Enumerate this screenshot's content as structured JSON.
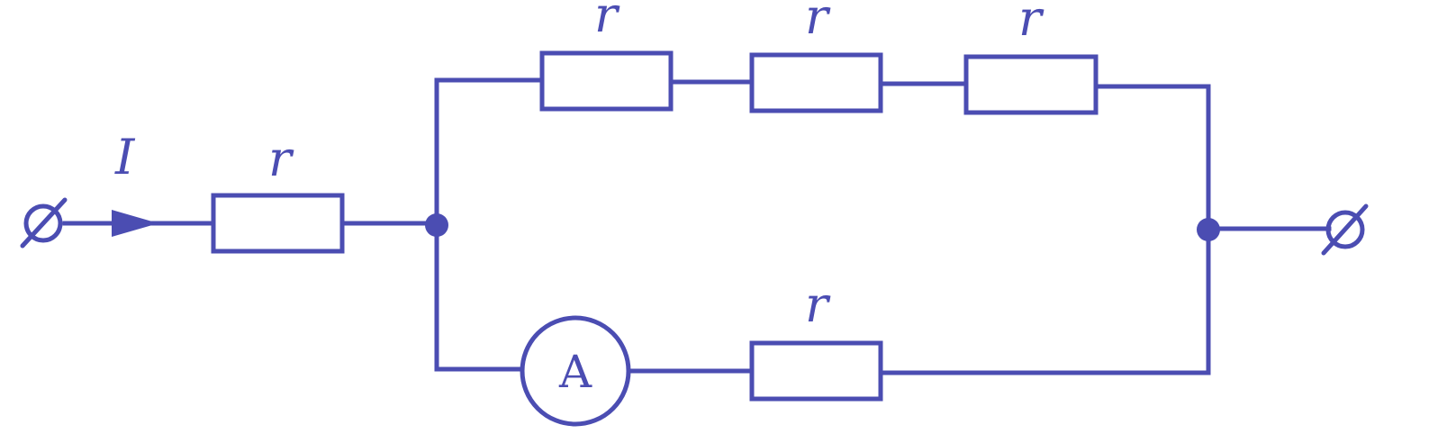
{
  "colors": {
    "ink": "#4b4db2",
    "background": "#ffffff"
  },
  "labels": {
    "current": "I",
    "resistance": "r",
    "ammeter": "A"
  }
}
